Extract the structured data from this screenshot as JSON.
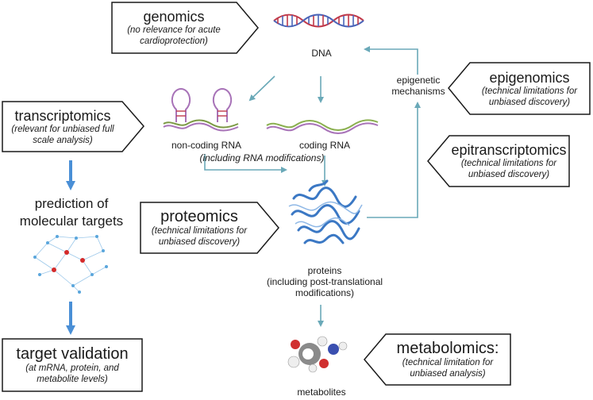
{
  "boxes": {
    "genomics": {
      "title": "genomics",
      "line1": "(no relevance for acute",
      "line2": "cardioprotection)"
    },
    "transcriptomics": {
      "title": "transcriptomics",
      "line1": "(relevant for unbiased full",
      "line2": "scale analysis)"
    },
    "proteomics": {
      "title": "proteomics",
      "line1": "(technical limitations for",
      "line2": "unbiased discovery)"
    },
    "epigenomics": {
      "title": "epigenomics",
      "line1": "(technical limitations for",
      "line2": "unbiased discovery)"
    },
    "epitranscriptomics": {
      "title": "epitranscriptomics",
      "line1": "(technical limitations for",
      "line2": "unbiased discovery)"
    },
    "metabolomics": {
      "title": "metabolomics:",
      "line1": "(technical limitation for",
      "line2": "unbiased analysis)"
    },
    "target_validation": {
      "title": "target validation",
      "line1": "(at mRNA, protein, and",
      "line2": "metabolite levels)"
    }
  },
  "labels": {
    "dna": "DNA",
    "epigenetic_1": "epigenetic",
    "epigenetic_2": "mechanisms",
    "noncoding_rna": "non-coding RNA",
    "coding_rna": "coding RNA",
    "rna_mods": "(including RNA modifications)",
    "prediction_1": "prediction of",
    "prediction_2": "molecular targets",
    "proteins_1": "proteins",
    "proteins_2": "(including post-translational",
    "proteins_3": "modifications)",
    "metabolites": "metabolites"
  },
  "colors": {
    "arrow_teal": "#6aa9b8",
    "arrow_blue": "#4a8fd6",
    "box_stroke": "#1a1a1a",
    "dna_red": "#c0394a",
    "dna_blue": "#4a64b8",
    "protein": "#3b78c4",
    "network_node": "#5aa6dc",
    "network_hub": "#d42a2a"
  }
}
